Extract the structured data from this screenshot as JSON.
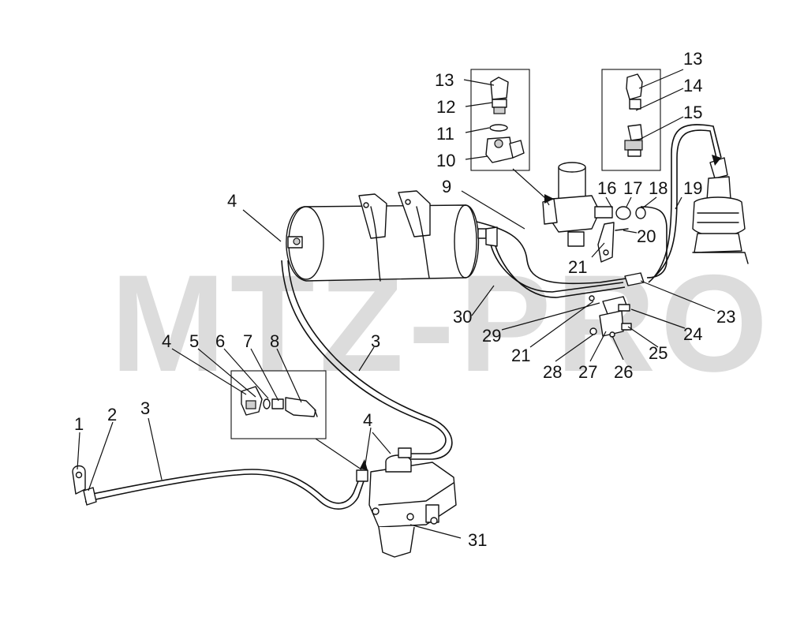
{
  "watermark": "MTZ-PRO",
  "callouts": {
    "c1": "1",
    "c2": "2",
    "c3a": "3",
    "c3b": "3",
    "c4a": "4",
    "c4b": "4",
    "c4c": "4",
    "c5": "5",
    "c6": "6",
    "c7": "7",
    "c8": "8",
    "c9": "9",
    "c10": "10",
    "c11": "11",
    "c12": "12",
    "c13a": "13",
    "c13b": "13",
    "c14": "14",
    "c15": "15",
    "c16": "16",
    "c17": "17",
    "c18": "18",
    "c19": "19",
    "c20": "20",
    "c21a": "21",
    "c21b": "21",
    "c23": "23",
    "c24": "24",
    "c25": "25",
    "c26": "26",
    "c27": "27",
    "c28": "28",
    "c29": "29",
    "c30": "30",
    "c31": "31"
  }
}
